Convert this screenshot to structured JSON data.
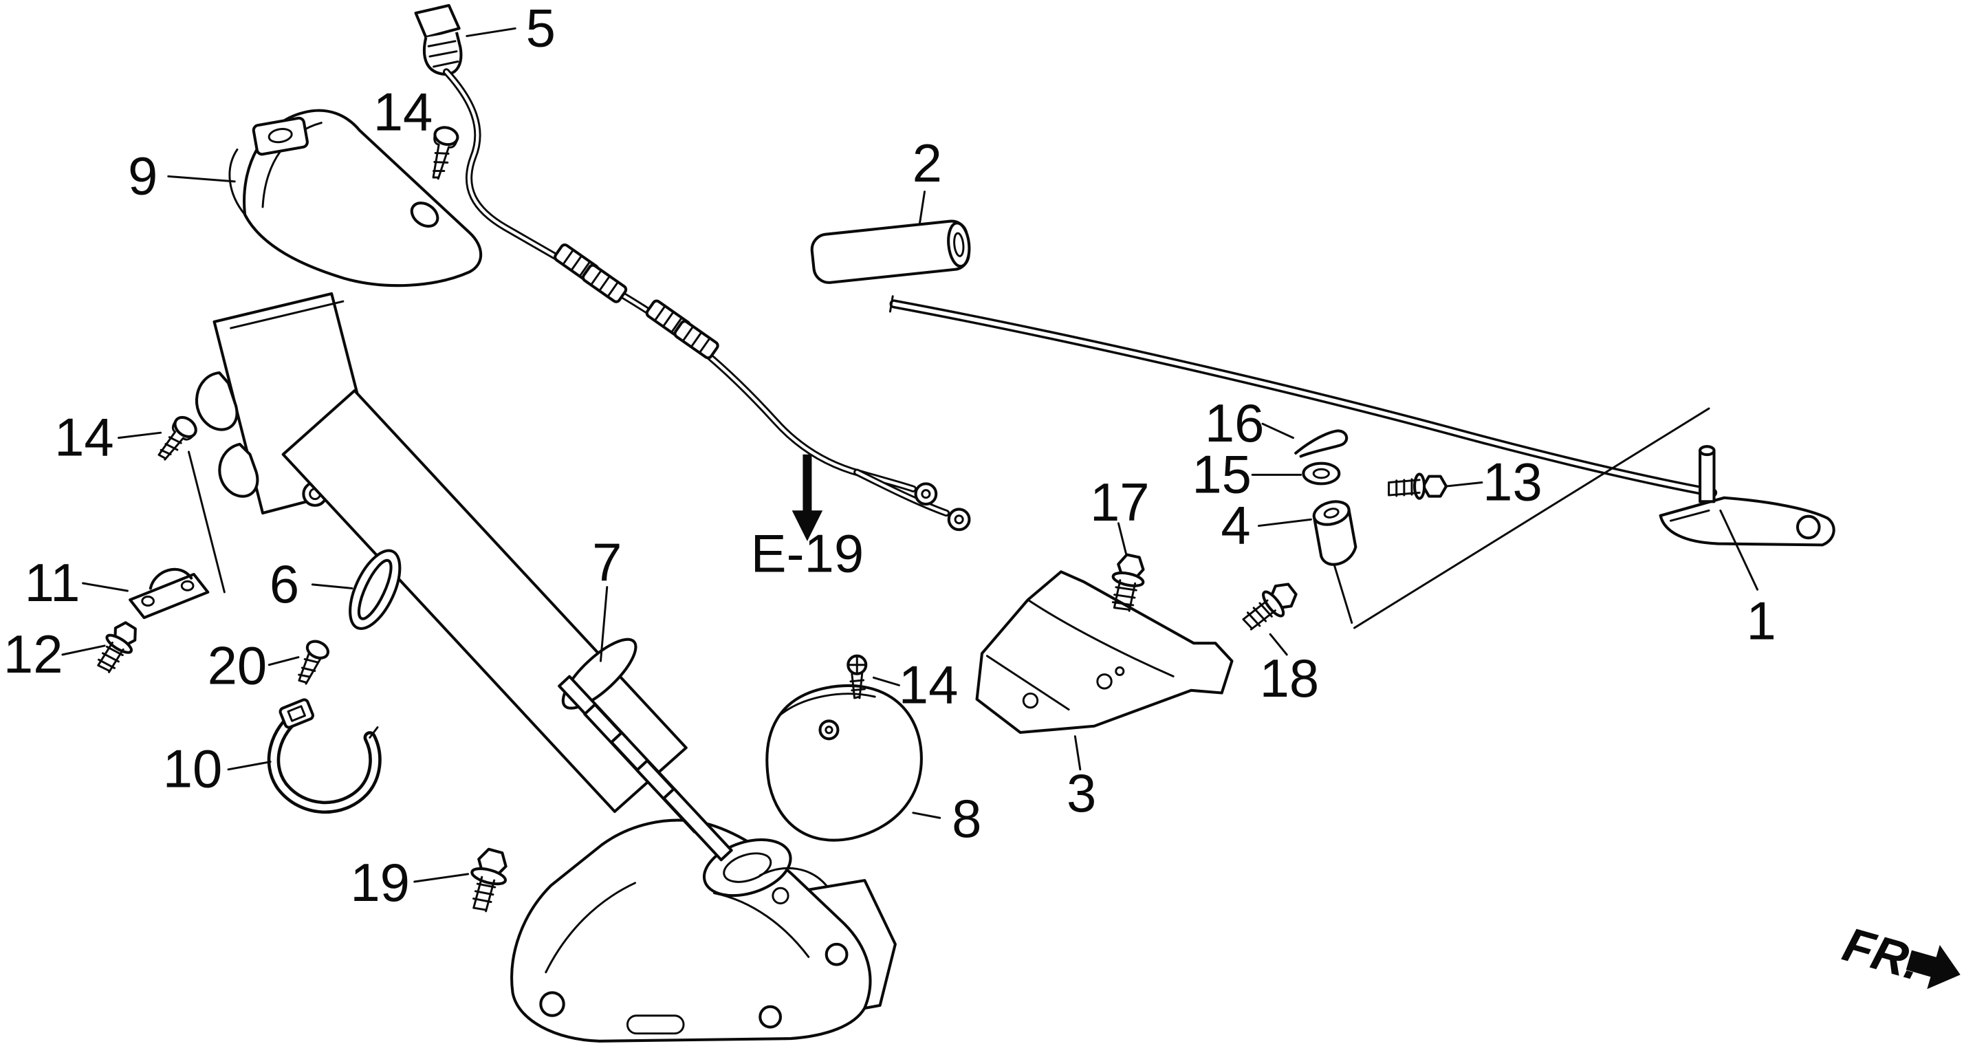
{
  "page": {
    "background": "#ffffff",
    "line_color": "#0a0a0a"
  },
  "labels": {
    "p1": "1",
    "p2": "2",
    "p3": "3",
    "p4": "4",
    "p5": "5",
    "p6": "6",
    "p7": "7",
    "p8": "8",
    "p9": "9",
    "p10": "10",
    "p11": "11",
    "p12": "12",
    "p13": "13",
    "p14_top": "14",
    "p14_left": "14",
    "p14_mid": "14",
    "p15": "15",
    "p16": "16",
    "p17": "17",
    "p18": "18",
    "p19": "19",
    "p20": "20",
    "e19": "E-19",
    "fr": "FR."
  }
}
